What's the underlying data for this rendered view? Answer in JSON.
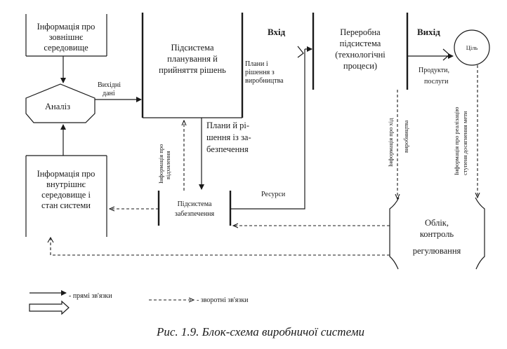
{
  "blocks": {
    "external_info": [
      "Інформація про",
      "зовнішнє",
      "середовище"
    ],
    "analysis": "Аналіз",
    "internal_info": [
      "Інформація про",
      "внутрішнє",
      "середовище і",
      "стан системи"
    ],
    "planning": [
      "Підсистема",
      "планування й",
      "прийняття рішень"
    ],
    "processing": [
      "Переробна",
      "підсистема",
      "(технологічні",
      "процеси)"
    ],
    "goal": "Ціль",
    "support": [
      "Підсистема",
      "забезпечення"
    ],
    "control": [
      "Облік,",
      "контроль",
      "регулювання"
    ]
  },
  "labels": {
    "output_data": [
      "Вихідні",
      "дані"
    ],
    "input": "Вхід",
    "output": "Вихід",
    "plans_production": [
      "Плани і",
      "рішення з",
      "виробництва"
    ],
    "plans_support": [
      "Плани й рі-",
      "шення із за-",
      "безпечення"
    ],
    "resources": "Ресурси",
    "products": [
      "Продукти,",
      "послуги"
    ],
    "info_deviation": [
      "Інформація про",
      "відхилення"
    ],
    "info_production": [
      "Інформація про хід",
      "виробництва"
    ],
    "info_goal": [
      "Інформація про реалізацію",
      "ступеня досягнення мети"
    ]
  },
  "legend": {
    "direct": "- прямі зв'язки",
    "feedback": "- зворотні зв'язки"
  },
  "caption": "Рис. 1.9. Блок-схема виробничої системи"
}
